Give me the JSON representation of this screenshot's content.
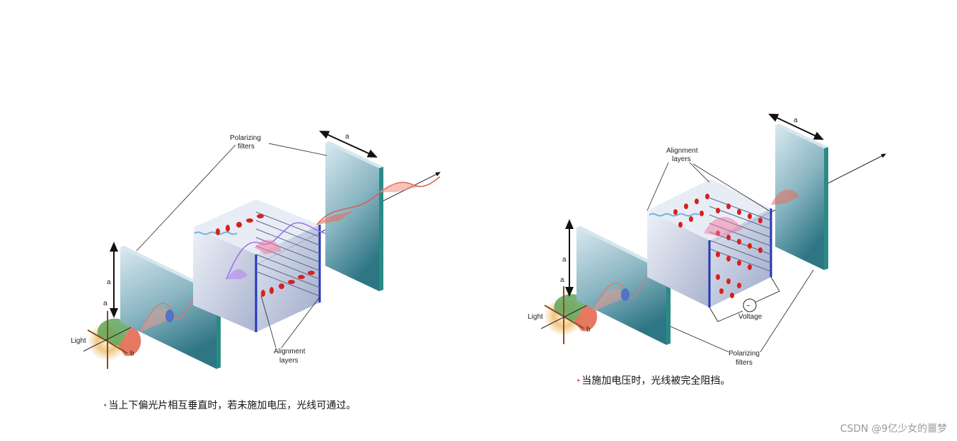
{
  "left_diagram": {
    "polarizing_label_line1": "Polarizing",
    "polarizing_label_line2": "filters",
    "alignment_label_line1": "Alignment",
    "alignment_label_line2": "layers",
    "light_label": "Light",
    "axis_a": "a",
    "axis_b": "b",
    "caption_bullet": "·",
    "caption": "当上下偏光片相互垂直时，若未施加电压，光线可通过。"
  },
  "right_diagram": {
    "alignment_label_line1": "Alignment",
    "alignment_label_line2": "layers",
    "polarizing_label_line1": "Polarizing",
    "polarizing_label_line2": "filters",
    "voltage_label": "Voltage",
    "voltage_symbol": "~",
    "light_label": "Light",
    "axis_a": "a",
    "axis_b": "b",
    "caption_bullet": "·",
    "caption": "当施加电压时，光线被完全阻挡。"
  },
  "watermark": "CSDN @9亿少女的噩梦",
  "colors": {
    "filter_edge": "#2a8a86",
    "filter_face_top": "#cfe3ec",
    "filter_face_bottom": "#3f8693",
    "cell_face": "#b8c3da",
    "electrode": "#2436b8",
    "wave_red": "#e05a52",
    "wave_blue": "#7e5ce0",
    "molecule_red": "#d8201c",
    "caption_dot": "#c83c3c",
    "watermark": "#9a9a9a"
  }
}
